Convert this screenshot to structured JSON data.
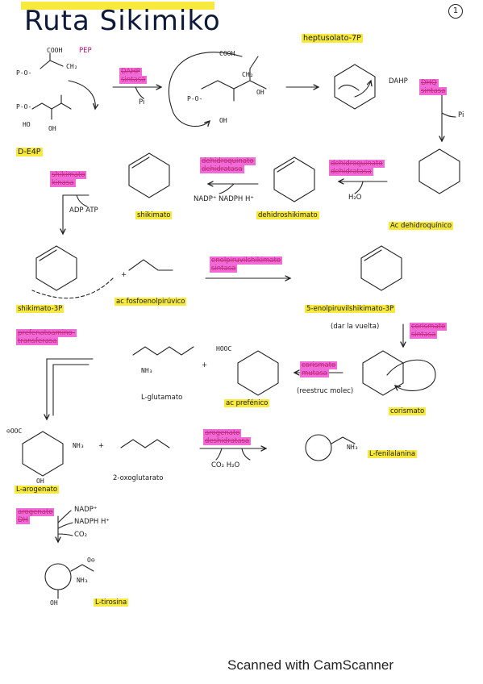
{
  "title": "Ruta Sikimiko",
  "page_number": "1",
  "footer": "Scanned with CamScanner",
  "compounds": {
    "pep": "PEP",
    "d_e4p": "D-E4P",
    "heptusolato": "heptusolato-7P",
    "shikimato": "shikimato",
    "dehidroshikimato": "dehidroshikimato",
    "ac_dehidroquinico": "Ac dehidroquínico",
    "shikimato_3p": "shikimato-3P",
    "ac_fosfoenolpiruvico": "ac fosfoenolpirúvico",
    "enolpiruvil": "5-enolpiruvilshikimato-3P",
    "l_glutamato": "L-glutamato",
    "ac_prefenico": "ac prefénico",
    "corismato": "corismato",
    "l_arogenato": "L-arogenato",
    "oxoglutarato": "2-oxoglutarato",
    "l_fenilalanina": "L-fenilalanina",
    "l_tirosina": "L-tirosina"
  },
  "enzymes": {
    "dahp_sintasa_1": "DAHP",
    "dahp_sintasa_2": "sintasa",
    "dhq_sintasa_1": "DHQ",
    "dhq_sintasa_2": "sintasa",
    "dhq_dehidratasa_1": "dehidroquinato",
    "dhq_dehidratasa_2": "dehidratasa",
    "shikimato_dh_1": "dehidroquinato",
    "shikimato_dh_2": "dehidratasa",
    "shikimato_kinasa_1": "shikimato",
    "shikimato_kinasa_2": "kinasa",
    "epsp_sintasa_1": "enolpiruvilshikimato",
    "epsp_sintasa_2": "sintasa",
    "corismato_sintasa_1": "corismato",
    "corismato_sintasa_2": "sintasa",
    "corismato_mutasa_1": "corismato",
    "corismato_mutasa_2": "mutasa",
    "prefenato_at_1": "prefenatoamino-",
    "prefenato_at_2": "transferasa",
    "arogenato_dh_1": "arogenato",
    "arogenato_dh_2": "deshidratasa",
    "arogenato_dh2_1": "arogenato",
    "arogenato_dh2_2": "DH"
  },
  "cofactors": {
    "pi_1": "Pi",
    "pi_2": "Pi",
    "dahp": "DAHP",
    "h2o_1": "H₂O",
    "nadp_nadph": "NADP⁺  NADPH H⁺",
    "adp_atp": "ADP  ATP",
    "co2_h2o": "CO₂   H₂O",
    "nadp": "NADP⁺",
    "nadph": "NADPH H⁺",
    "co2": "CO₂"
  },
  "notes": {
    "dar_la_vuelta": "(dar la vuelta)",
    "reestruc": "(reestruc molec)"
  },
  "chem_labels": {
    "cooh": "COOH",
    "hooc": "HOOC",
    "ooc": "⊖OOC",
    "p_o": "P-O-",
    "ch2": "CH₂",
    "ho": "HO",
    "oh": "OH",
    "nh3": "NH₃",
    "plus": "+",
    "o_minus": "O⊖"
  }
}
